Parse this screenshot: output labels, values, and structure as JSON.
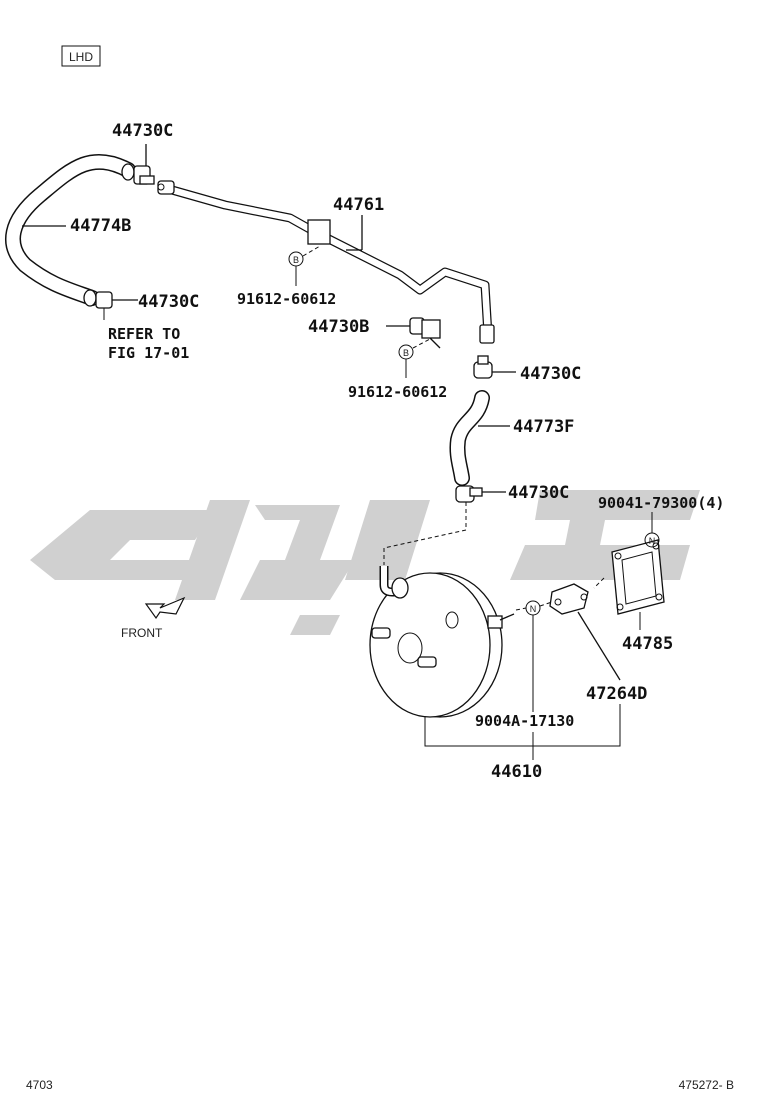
{
  "badge": "LHD",
  "labels": {
    "clamp_top": "44730C",
    "hose_left": "44774B",
    "clamp_left": "44730C",
    "refer_line1": "REFER TO",
    "refer_line2": "FIG 17-01",
    "pipe": "44761",
    "bolt1": "91612-60612",
    "clamp_b": "44730B",
    "bolt2": "91612-60612",
    "clamp_mid": "44730C",
    "hose_mid": "44773F",
    "clamp_low": "44730C",
    "nut_top": "90041-79300(4)",
    "gasket": "44785",
    "yoke": "47264D",
    "nut_low": "9004A-17130",
    "booster": "44610",
    "front": "FRONT",
    "marker_b": "B",
    "marker_n": "N"
  },
  "footer": {
    "left": "4703",
    "right": "475272- B"
  }
}
